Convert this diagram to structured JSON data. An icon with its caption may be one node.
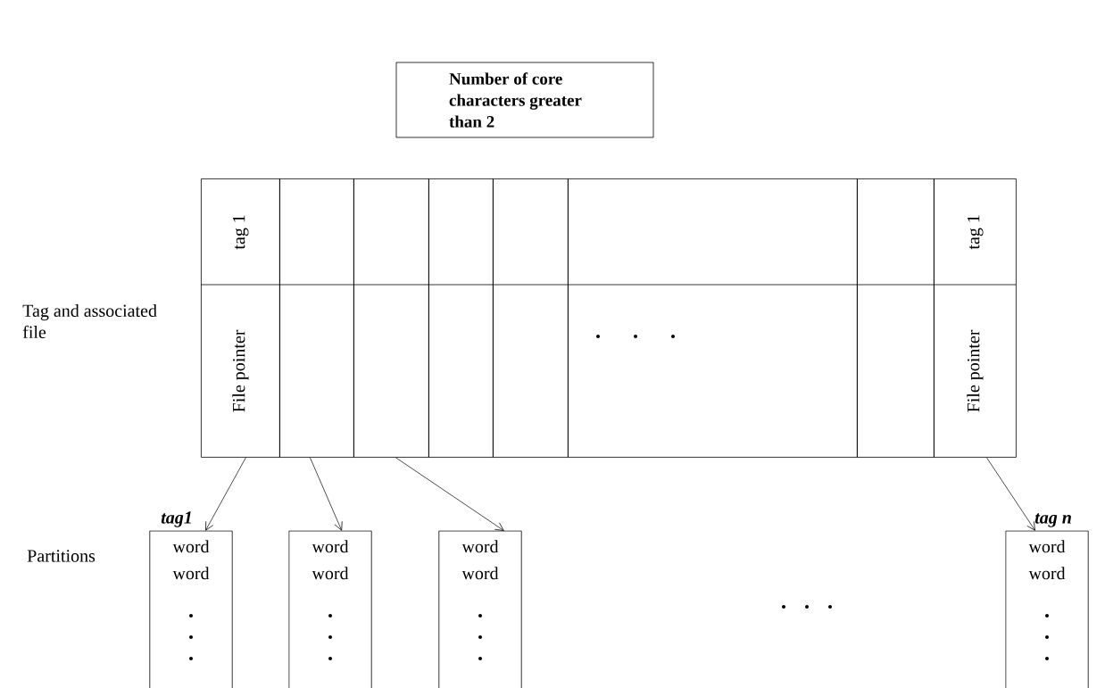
{
  "diagram": {
    "nodes": [
      {
        "text": [
          "Number of core characters greater than 2"
        ]
      },
      {
        "text": [
          "tag 1",
          "File pointer"
        ]
      },
      {
        "text": [],
        "shape": "box"
      },
      {
        "text": [],
        "shape": "box"
      },
      {
        "text": [],
        "shape": "box"
      },
      {
        "text": [],
        "shape": "box"
      },
      {
        "text": [],
        "shape": "box"
      },
      {
        "text": [],
        "shape": "box"
      },
      {
        "text": [
          "tag 1",
          "File pointer"
        ]
      },
      {
        "text": [
          "word",
          "word"
        ],
        "beside": [
          "tag1"
        ]
      },
      {
        "text": [
          "word",
          "word"
        ]
      },
      {
        "text": [
          "word",
          "word"
        ]
      },
      {
        "text": [
          "word",
          "word"
        ],
        "beside": [
          "tag n"
        ]
      }
    ],
    "edges": [
      {
        "from": 1,
        "to": 9,
        "arrow": "to"
      },
      {
        "from": 2,
        "to": 10,
        "arrow": "to"
      },
      {
        "from": 3,
        "to": 11,
        "arrow": "to"
      },
      {
        "from": 8,
        "to": 12,
        "arrow": "to"
      }
    ],
    "labels": [
      "Tag and associated file",
      "Partitions"
    ]
  }
}
